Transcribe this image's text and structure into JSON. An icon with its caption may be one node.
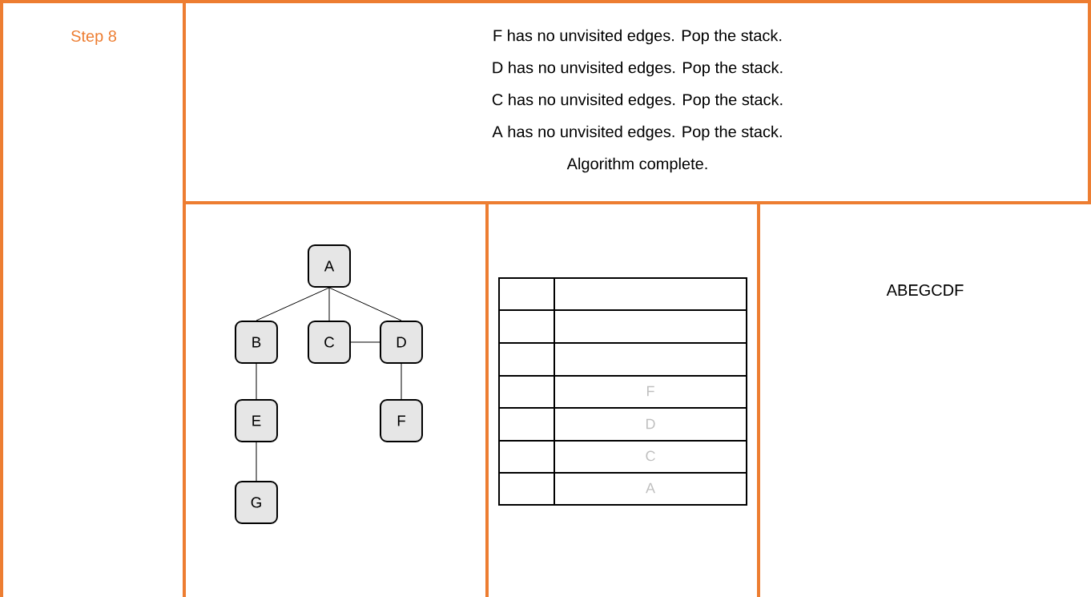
{
  "diagram": {
    "nodes": [
      {
        "text": [
          "A"
        ]
      },
      {
        "text": [
          "B"
        ]
      },
      {
        "text": [
          "C"
        ]
      },
      {
        "text": [
          "D"
        ]
      },
      {
        "text": [
          "E"
        ]
      },
      {
        "text": [
          "F"
        ]
      },
      {
        "text": [
          "G"
        ]
      }
    ],
    "edges": [
      {
        "from": 0,
        "to": 1,
        "arrow": "none"
      },
      {
        "from": 0,
        "to": 2,
        "arrow": "none"
      },
      {
        "from": 0,
        "to": 3,
        "arrow": "none"
      },
      {
        "from": 2,
        "to": 3,
        "arrow": "none"
      },
      {
        "from": 1,
        "to": 4,
        "arrow": "none"
      },
      {
        "from": 4,
        "to": 6,
        "arrow": "none"
      },
      {
        "from": 3,
        "to": 5,
        "arrow": "none"
      }
    ],
    "labels": [
      "Step 8",
      "F has no unvisited edges. Pop the stack.",
      "D has no unvisited edges. Pop the stack.",
      "C has no unvisited edges. Pop the stack.",
      "A has no unvisited edges. Pop the stack.",
      "Algorithm complete.",
      "ABEGCDF",
      "F",
      "D",
      "C",
      "A"
    ]
  }
}
